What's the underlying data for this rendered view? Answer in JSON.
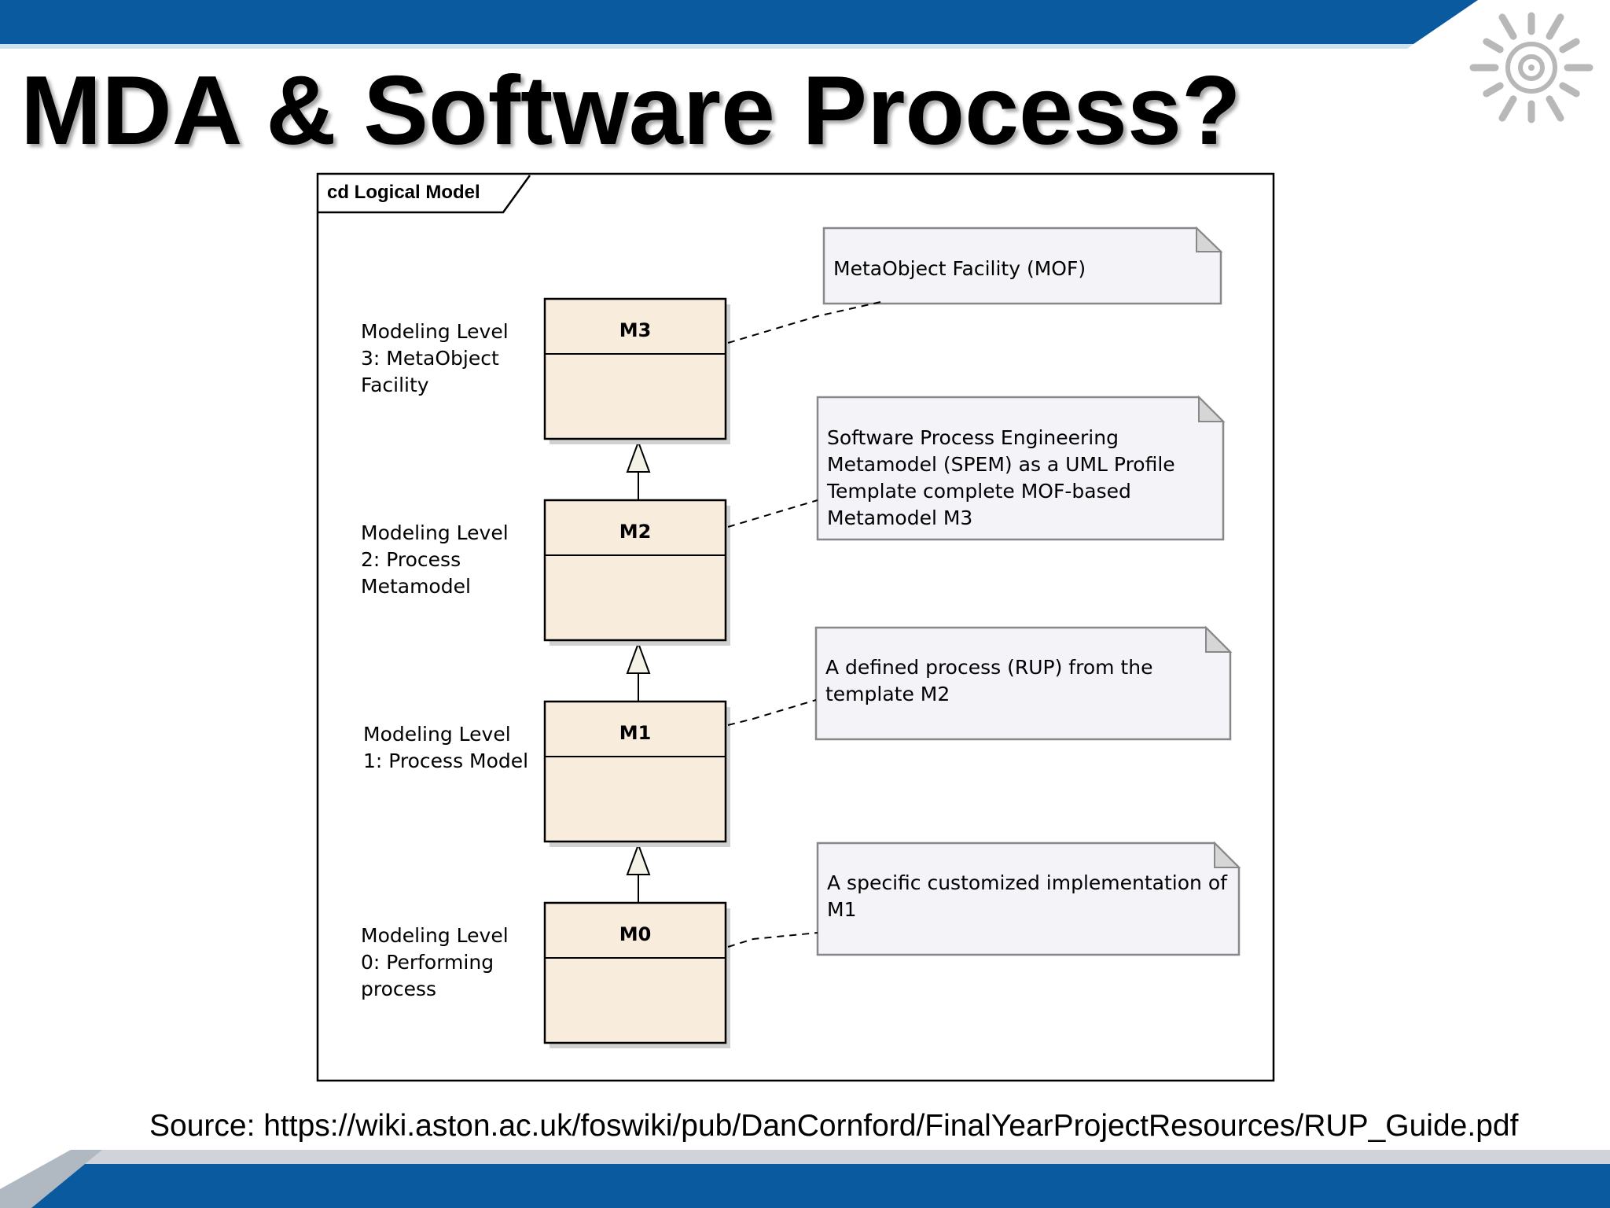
{
  "slide": {
    "title": "MDA & Software Process?",
    "source": "Source: https://wiki.aston.ac.uk/foswiki/pub/DanCornford/FinalYearProjectResources/RUP_Guide.pdf"
  },
  "diagram": {
    "frame_label": "cd Logical Model",
    "levels": [
      {
        "class_name": "M3",
        "label_lines": [
          "Modeling Level",
          "3: MetaObject",
          "Facility"
        ],
        "note_lines": [
          "MetaObject Facility (MOF)"
        ]
      },
      {
        "class_name": "M2",
        "label_lines": [
          "Modeling Level",
          "2: Process",
          "Metamodel"
        ],
        "note_lines": [
          "Software Process Engineering",
          "Metamodel (SPEM) as a UML Profile",
          "Template complete MOF-based",
          "Metamodel M3"
        ]
      },
      {
        "class_name": "M1",
        "label_lines": [
          "Modeling Level",
          "1: Process Model"
        ],
        "note_lines": [
          "A defined process (RUP) from the",
          "template M2"
        ]
      },
      {
        "class_name": "M0",
        "label_lines": [
          "Modeling Level",
          "0:  Performing",
          "process"
        ],
        "note_lines": [
          "A specific customized implementation of",
          "M1"
        ]
      }
    ],
    "relations": [
      {
        "from": "M2",
        "to": "M3",
        "type": "generalization"
      },
      {
        "from": "M1",
        "to": "M2",
        "type": "generalization"
      },
      {
        "from": "M0",
        "to": "M1",
        "type": "generalization"
      }
    ]
  },
  "colors": {
    "banner_blue": "#0a5aa0",
    "class_fill": "#f8ecdc",
    "note_fill": "#f4f3f8",
    "logo_gray": "#b8b8b8"
  },
  "icons": {
    "logo": "sun-spiral-logo"
  }
}
